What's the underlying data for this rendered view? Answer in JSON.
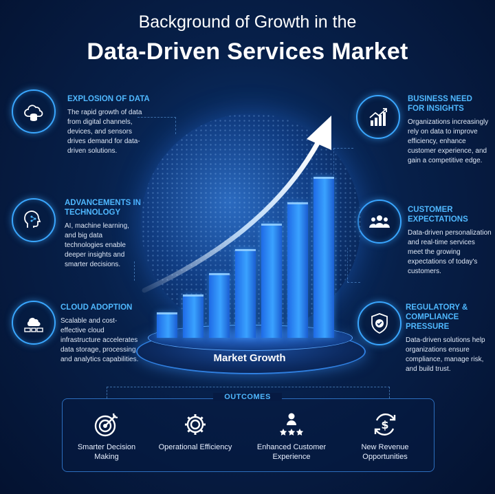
{
  "header": {
    "line1": "Background of Growth in the",
    "line2": "Data-Driven Services Market"
  },
  "left_blocks": [
    {
      "title": "EXPLOSION OF DATA",
      "text": "The rapid growth of data from digital channels, devices, and sensors drives demand for data-driven solutions.",
      "icon": "cloud-database-icon"
    },
    {
      "title": "ADVANCEMENTS IN TECHNOLOGY",
      "text": "AI, machine learning, and big data technologies enable deeper insights and smarter decisions.",
      "icon": "ai-brain-icon"
    },
    {
      "title": "CLOUD ADOPTION",
      "text": "Scalable and cost-effective cloud infrastructure accelerates data storage, processing, and analytics capabilities.",
      "icon": "cloud-devices-icon"
    }
  ],
  "right_blocks": [
    {
      "title": "BUSINESS NEED FOR INSIGHTS",
      "text": "Organizations increasingly rely on data to improve efficiency, enhance customer experience, and gain a competitive edge.",
      "icon": "growth-chart-icon"
    },
    {
      "title": "CUSTOMER EXPECTATIONS",
      "text": "Data-driven personalization and real-time services meet the growing expectations of today's customers.",
      "icon": "people-group-icon"
    },
    {
      "title": "REGULATORY & COMPLIANCE PRESSURE",
      "text": "Data-driven solutions help organizations ensure compliance, manage risk, and build trust.",
      "icon": "shield-check-icon"
    }
  ],
  "center": {
    "label": "Market Growth",
    "bar_levels": [
      0.16,
      0.27,
      0.4,
      0.55,
      0.71,
      0.84,
      1.0
    ]
  },
  "outcomes": {
    "title": "OUTCOMES",
    "items": [
      {
        "label": "Smarter Decision Making",
        "icon": "target-icon"
      },
      {
        "label": "Operational Efficiency",
        "icon": "gear-icon"
      },
      {
        "label": "Enhanced Customer Experience",
        "icon": "user-stars-icon"
      },
      {
        "label": "New Revenue Opportunities",
        "icon": "dollar-cycle-icon"
      }
    ]
  },
  "colors": {
    "accent": "#4fb8ff",
    "background": "#07204a",
    "bar": "#2f8cff"
  }
}
